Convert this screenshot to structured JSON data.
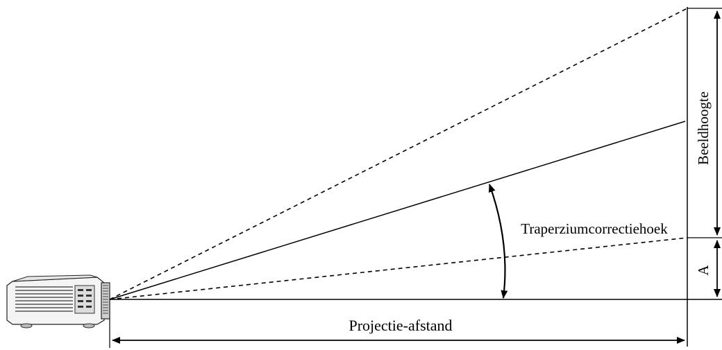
{
  "labels": {
    "image_height": "Beeldhoogte",
    "offset": "A",
    "keystone_angle": "Traperziumcorrectiehoek",
    "projection_distance": "Projectie-afstand"
  },
  "device": {
    "icon": "projector-icon"
  },
  "colors": {
    "stroke": "#000000",
    "background": "#ffffff"
  }
}
